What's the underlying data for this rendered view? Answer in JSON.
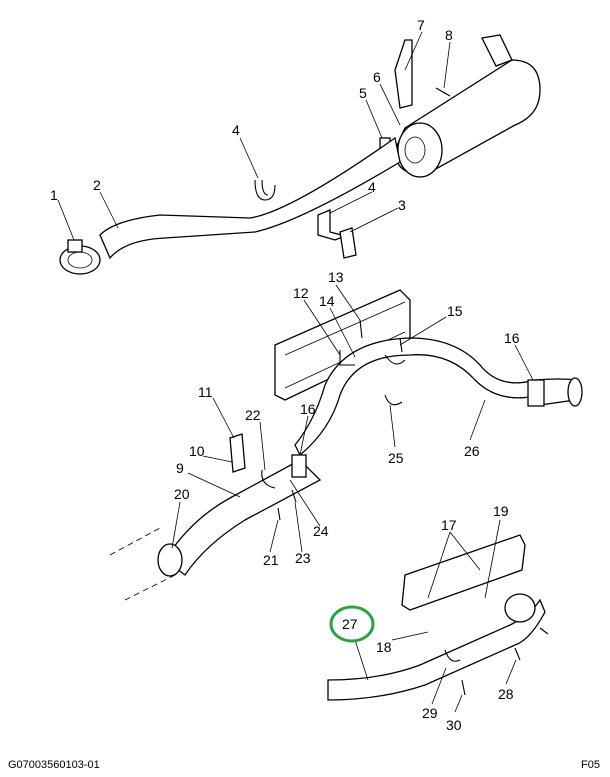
{
  "callouts": {
    "c1": "1",
    "c2": "2",
    "c3": "3",
    "c4a": "4",
    "c4b": "4",
    "c5": "5",
    "c6": "6",
    "c7": "7",
    "c8": "8",
    "c9": "9",
    "c10": "10",
    "c11": "11",
    "c12": "12",
    "c13": "13",
    "c14": "14",
    "c15": "15",
    "c16a": "16",
    "c16b": "16",
    "c17": "17",
    "c18": "18",
    "c19": "19",
    "c20": "20",
    "c21": "21",
    "c22": "22",
    "c23": "23",
    "c24": "24",
    "c25": "25",
    "c26": "26",
    "c27": "27",
    "c28": "28",
    "c29": "29",
    "c30": "30"
  },
  "highlight": {
    "callout": "27",
    "color": "#2ea043"
  },
  "footer": {
    "left": "G07003560103-01",
    "right": "F05"
  }
}
